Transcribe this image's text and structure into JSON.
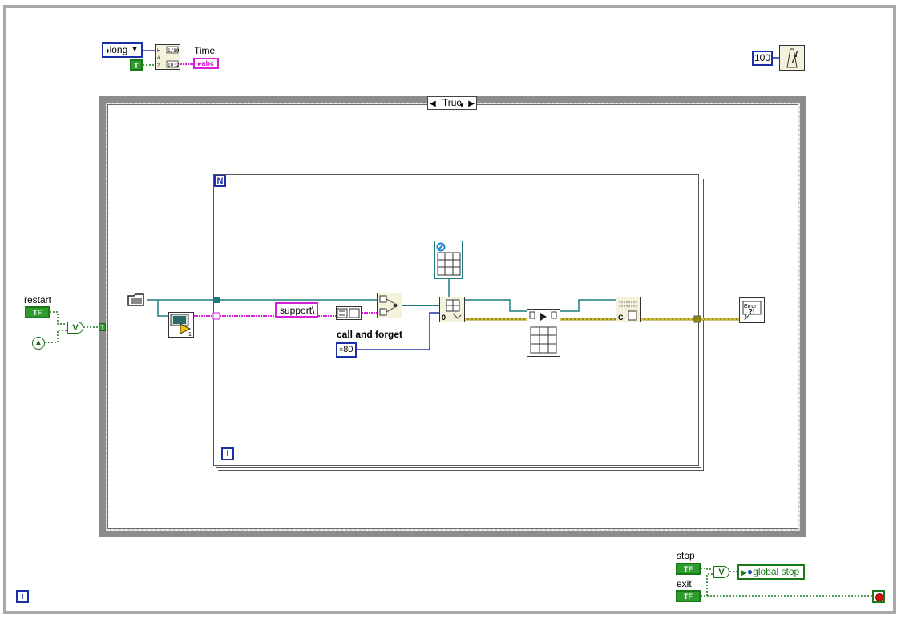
{
  "top": {
    "enum_value": "long",
    "true_const": "T",
    "time_label": "Time",
    "time_indicator": "abc",
    "wait_ms": "100"
  },
  "case": {
    "selector": "True"
  },
  "loop": {
    "count_terminal": "N",
    "iteration_terminal": "i",
    "support_path": "support\\",
    "call_and_forget_label": "call and forget",
    "options_value": "80",
    "options_prefix": "×"
  },
  "left": {
    "restart_label": "restart",
    "bool_const": "TF"
  },
  "bottom": {
    "stop_label": "stop",
    "exit_label": "exit",
    "bool_const": "TF",
    "global_stop": "global stop",
    "outer_iteration": "i",
    "error_text": "Error"
  },
  "colors": {
    "enum_blue": "#1b2fa8",
    "boolean_green": "#2e9b2e",
    "string_pink": "#d81fd8",
    "refnum_teal": "#1e7b7b",
    "error_yellow": "#9a8a00"
  },
  "icons": {
    "folder": "folder-icon",
    "metronome": "metronome-icon",
    "error_dialog": "error-dialog-icon",
    "stop_button": "stop-button-icon"
  }
}
